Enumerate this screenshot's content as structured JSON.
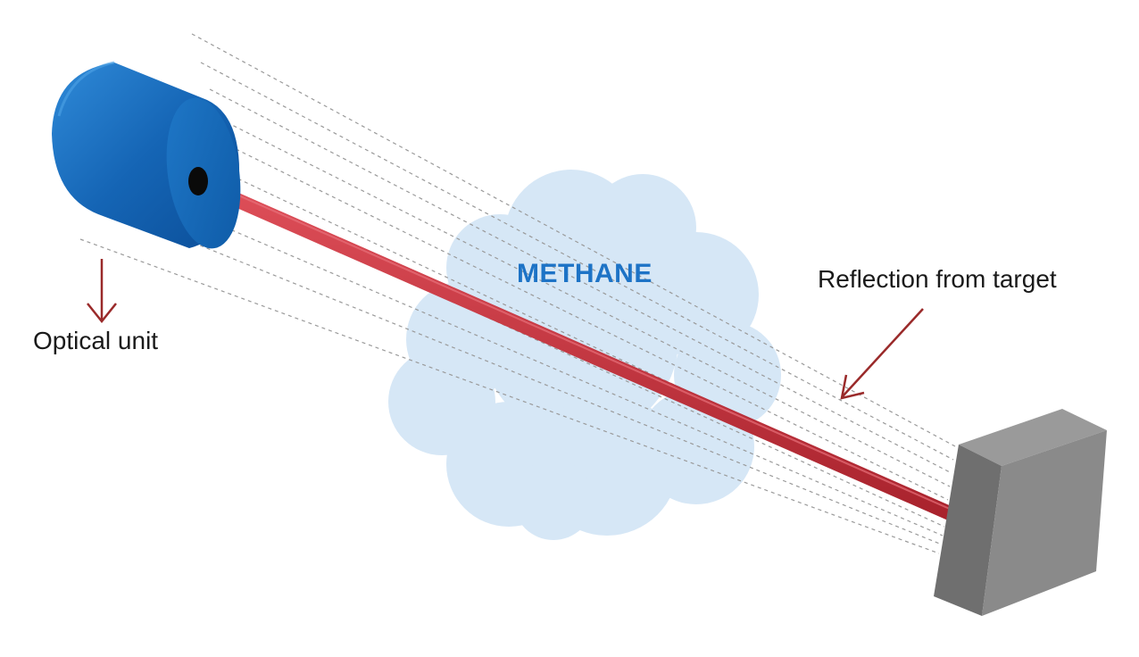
{
  "labels": {
    "optical_unit": "Optical unit",
    "reflection": "Reflection from target",
    "gas": "METHANE"
  },
  "colors": {
    "laser": "#c0323c",
    "cloud": "#d6e7f6",
    "cylinder": "#1668b8",
    "target": "#8a8a8a",
    "arrow": "#9a2a2a",
    "gas_label": "#1d73c6"
  }
}
